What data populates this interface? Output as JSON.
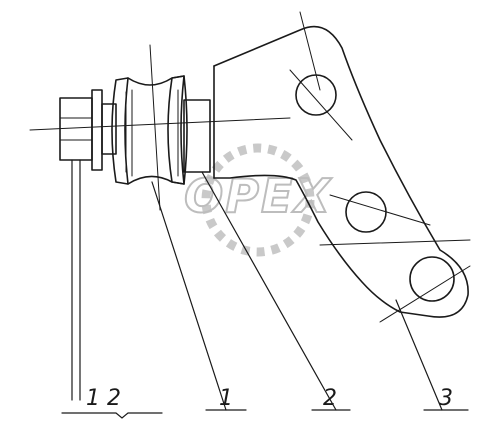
{
  "watermark": {
    "text": "OPEX"
  },
  "callouts": [
    {
      "id": "label-1-2",
      "text": "1 2"
    },
    {
      "id": "label-1",
      "text": "1"
    },
    {
      "id": "label-2",
      "text": "2"
    },
    {
      "id": "label-3",
      "text": "3"
    }
  ]
}
